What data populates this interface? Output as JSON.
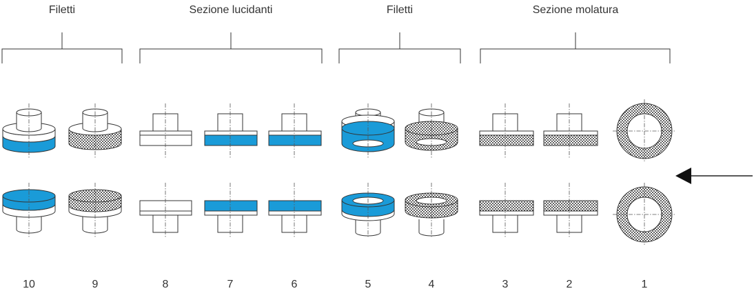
{
  "colors": {
    "accent": "#1a9bd8",
    "line": "#333333",
    "bg": "#ffffff"
  },
  "sections": [
    {
      "label": "Filetti"
    },
    {
      "label": "Sezione lucidanti"
    },
    {
      "label": "Filetti"
    },
    {
      "label": "Sezione molatura"
    }
  ],
  "positions": [
    {
      "number": "10",
      "shape": "stepped-3d",
      "fill": "blue"
    },
    {
      "number": "9",
      "shape": "stepped-3d",
      "fill": "dots"
    },
    {
      "number": "8",
      "shape": "stepped-flat",
      "fill": "white"
    },
    {
      "number": "7",
      "shape": "stepped-flat",
      "fill": "blue"
    },
    {
      "number": "6",
      "shape": "stepped-flat",
      "fill": "blue"
    },
    {
      "number": "5",
      "shape": "ring-3d",
      "fill": "blue"
    },
    {
      "number": "4",
      "shape": "ring-3d",
      "fill": "dots"
    },
    {
      "number": "3",
      "shape": "stepped-flat",
      "fill": "dots"
    },
    {
      "number": "2",
      "shape": "stepped-flat",
      "fill": "dots"
    },
    {
      "number": "1",
      "shape": "ring-front",
      "fill": "dots"
    }
  ],
  "arrow": {
    "icon": "arrow-left-icon"
  }
}
